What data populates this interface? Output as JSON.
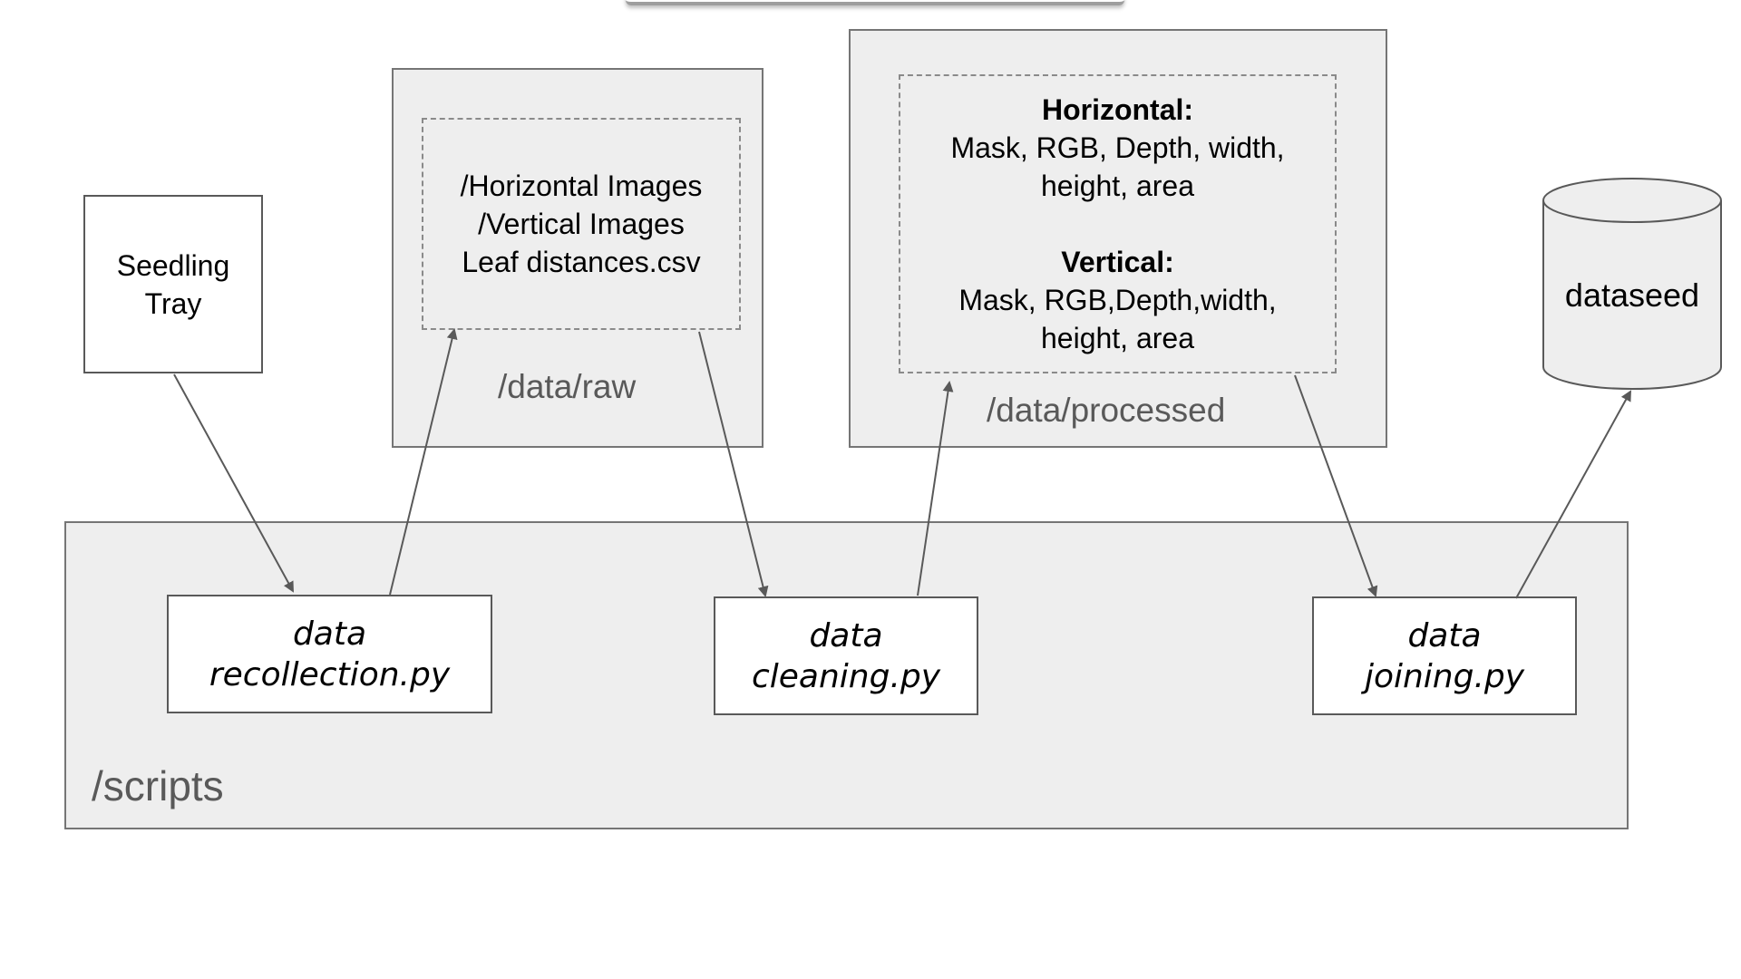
{
  "nodes": {
    "seedling_tray": {
      "lines": [
        "Seedling",
        "Tray"
      ]
    },
    "raw_folder": {
      "label": "/data/raw",
      "contents": [
        "/Horizontal Images",
        "/Vertical Images",
        "Leaf distances.csv"
      ]
    },
    "processed_folder": {
      "label": "/data/processed",
      "horizontal_title": "Horizontal:",
      "horizontal_lines": [
        "Mask, RGB, Depth, width,",
        "height, area"
      ],
      "vertical_title": "Vertical:",
      "vertical_lines": [
        "Mask, RGB,Depth,width,",
        "height, area"
      ]
    },
    "database": {
      "label": "dataseed"
    },
    "scripts": {
      "label": "/scripts",
      "recollection": [
        "data",
        "recollection.py"
      ],
      "cleaning": [
        "data",
        "cleaning.py"
      ],
      "joining": [
        "data",
        "joining.py"
      ]
    }
  },
  "colors": {
    "panel_fill": "#eeeeee",
    "panel_border": "#757575",
    "box_border": "#595959",
    "arrow": "#595959",
    "label_text": "#595959"
  }
}
